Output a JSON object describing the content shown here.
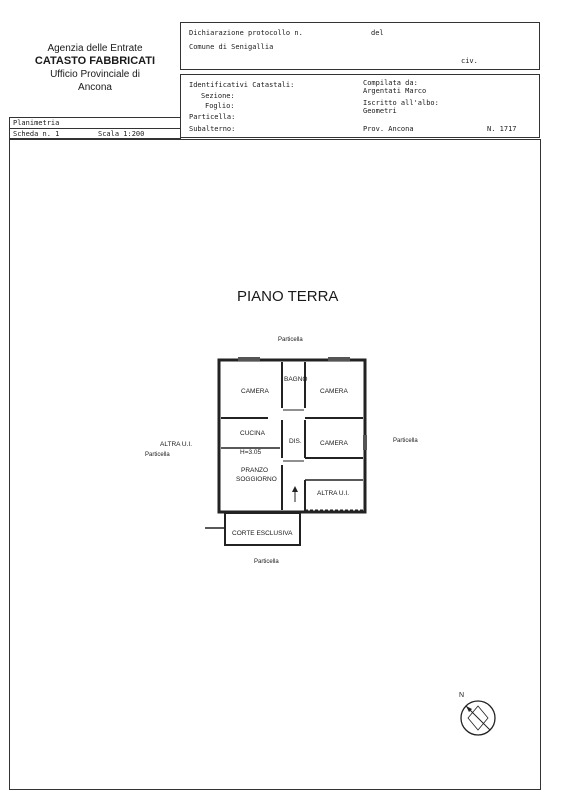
{
  "office": {
    "line1": "Agenzia delle Entrate",
    "line2": "CATASTO FABBRICATI",
    "line3": "Ufficio Provinciale di",
    "line4": "Ancona"
  },
  "protocol": {
    "declaration": "Dichiarazione protocollo n.",
    "del": "del",
    "comune": "Comune di Senigallia",
    "civ": "civ."
  },
  "cadastral": {
    "identifiers": "Identificativi Catastali:",
    "sezione": "Sezione:",
    "foglio": "Foglio:",
    "particella": "Particella:",
    "subalterno": "Subalterno:"
  },
  "compiler": {
    "compilata": "Compilata da:",
    "name": "Argentati Marco",
    "iscritto": "Iscritto all'albo:",
    "albo": "Geometri",
    "prov": "Prov. Ancona",
    "number": "N. 1717"
  },
  "sheet": {
    "type": "Planimetria",
    "scheda": "Scheda n. 1",
    "scala": "Scala 1:200"
  },
  "plan": {
    "floor_title": "PIANO TERRA",
    "rooms": {
      "bagno": "BAGNO",
      "camera_left": "CAMERA",
      "camera_right_top": "CAMERA",
      "cucina": "CUCINA",
      "height": "H=3.05",
      "dis": "DIS.",
      "camera_right_bottom": "CAMERA",
      "pranzo1": "PRANZO",
      "pranzo2": "SOGGIORNO",
      "altra_ui_inner": "ALTRA U.I.",
      "corte": "CORTE ESCLUSIVA"
    },
    "surroundings": {
      "particella_top": "Particella",
      "altra_ui_left": "ALTRA U.I.",
      "particella_left": "Particella",
      "particella_right": "Particella",
      "particella_bottom": "Particella"
    },
    "compass_label": "N"
  }
}
